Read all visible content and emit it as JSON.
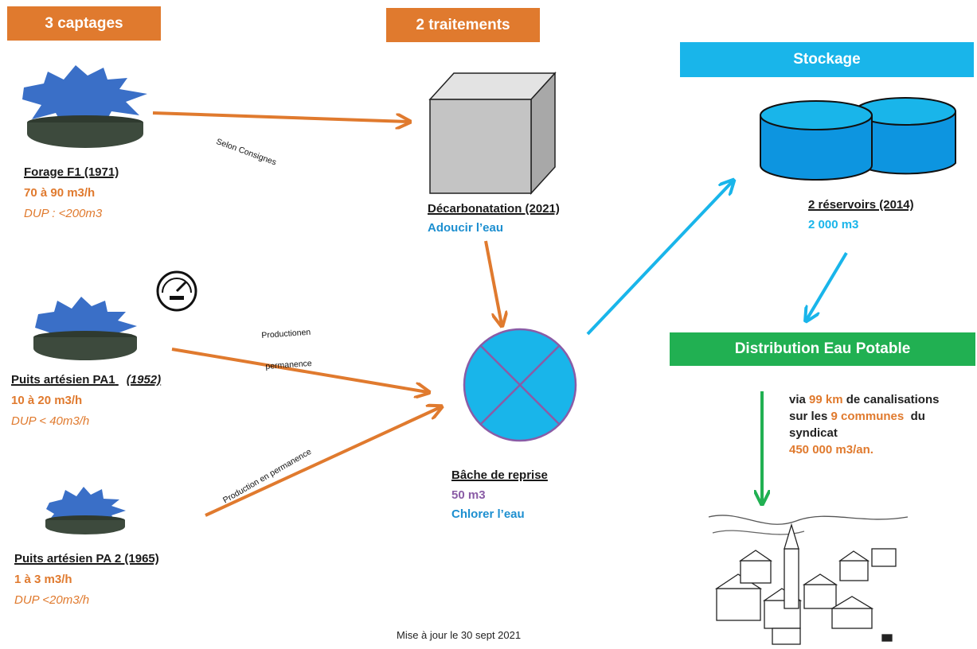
{
  "headers": {
    "captages": "3 captages",
    "traitements": "2 traitements",
    "stockage": "Stockage",
    "distribution": "Distribution Eau Potable"
  },
  "sources": [
    {
      "title": "Forage F1 (1971)",
      "rate": "70 à 90 m3/h",
      "dup": "DUP : <200m3"
    },
    {
      "title_main": "Puits artésien PA1",
      "title_year": "(1952)",
      "rate": "10 à 20 m3/h",
      "dup": "DUP < 40m3/h"
    },
    {
      "title": "Puits artésien PA 2 (1965)",
      "rate": "1 à 3 m3/h",
      "dup": "DUP <20m3/h"
    }
  ],
  "arrow_labels": {
    "f1": "Selon Consignes",
    "pa1_line1": "Productionen",
    "pa1_line2": "permanence",
    "pa2": "Production en permanence"
  },
  "decarbonatation": {
    "title": "Décarbonatation (2021)",
    "sub": "Adoucir l’eau"
  },
  "bache": {
    "title": "Bâche de reprise",
    "volume": "50 m3",
    "sub": "Chlorer l’eau"
  },
  "reservoirs": {
    "title": "2 réservoirs (2014)",
    "volume": "2 000 m3"
  },
  "distribution": {
    "l1_a": "via ",
    "l1_b": "99 km",
    "l1_c": " de canalisations",
    "l2_a": "sur les ",
    "l2_b": "9 communes",
    "l2_c": "  du",
    "l3": "syndicat",
    "l4": "450 000 m3/an."
  },
  "footer": "Mise à jour le 30 sept 2021",
  "colors": {
    "orange": "#e07a2e",
    "cyan": "#19b5ea",
    "green": "#21b052",
    "purple": "#8a5ca6",
    "blue_text": "#1d8fd0"
  },
  "icons": [
    "water-source-icon",
    "gauge-icon",
    "treatment-cube-icon",
    "tank-icon",
    "reservoir-icon",
    "village-icon"
  ]
}
